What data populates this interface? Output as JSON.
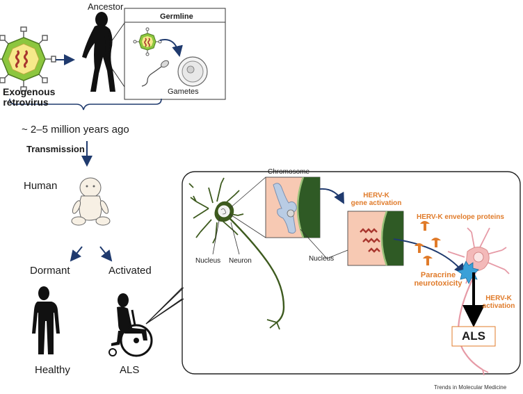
{
  "top": {
    "ancestor_label": "Ancestor",
    "germline_title": "Germline",
    "gametes_label": "Gametes",
    "virus_label_line1": "Exogenous",
    "virus_label_line2": "retrovirus",
    "time_label": "~ 2–5 million years ago",
    "transmission_label": "Transmission"
  },
  "left": {
    "human_label": "Human",
    "dormant_label": "Dormant",
    "activated_label": "Activated",
    "healthy_label": "Healthy",
    "als_label": "ALS"
  },
  "panel": {
    "chromosome_label": "Chromosome",
    "nucleus_label_1": "Nucleus",
    "neuron_label": "Neuron",
    "nucleus_label_2": "Nucleus",
    "hervk_gene_line1": "HERV-K",
    "hervk_gene_line2": "gene activation",
    "envelope_label": "HERV-K envelope proteins",
    "paracrine_line1": "Paracrine",
    "paracrine_line2": "neurotoxicity",
    "hervk_act_line1": "HERV-K",
    "hervk_act_line2": "activation",
    "als_box_label": "ALS"
  },
  "footer": {
    "source_label": "Trends in Molecular Medicine"
  },
  "colors": {
    "arrow_blue": "#1f3a6e",
    "accent_orange": "#e07b2a",
    "neuron_green": "#3d5a1e",
    "nucleus_dark_green": "#2f5a25",
    "cell_pink": "#f7c9b3",
    "chromosome_blue": "#b9cce4",
    "target_neuron_pink": "#f3b9b9",
    "virus_green": "#8cc63e",
    "virus_yellow": "#f6e98a",
    "rna_red": "#a8362e",
    "toxin_blue": "#3aa0d8",
    "silhouette": "#111111"
  },
  "icons": [
    "virus-icon",
    "ancestor-silhouette",
    "sperm-icon",
    "egg-icon",
    "baby-icon",
    "healthy-man-silhouette",
    "wheelchair-silhouette",
    "neuron-icon",
    "chromosome-icon",
    "envelope-protein-icon",
    "target-neuron-icon"
  ]
}
